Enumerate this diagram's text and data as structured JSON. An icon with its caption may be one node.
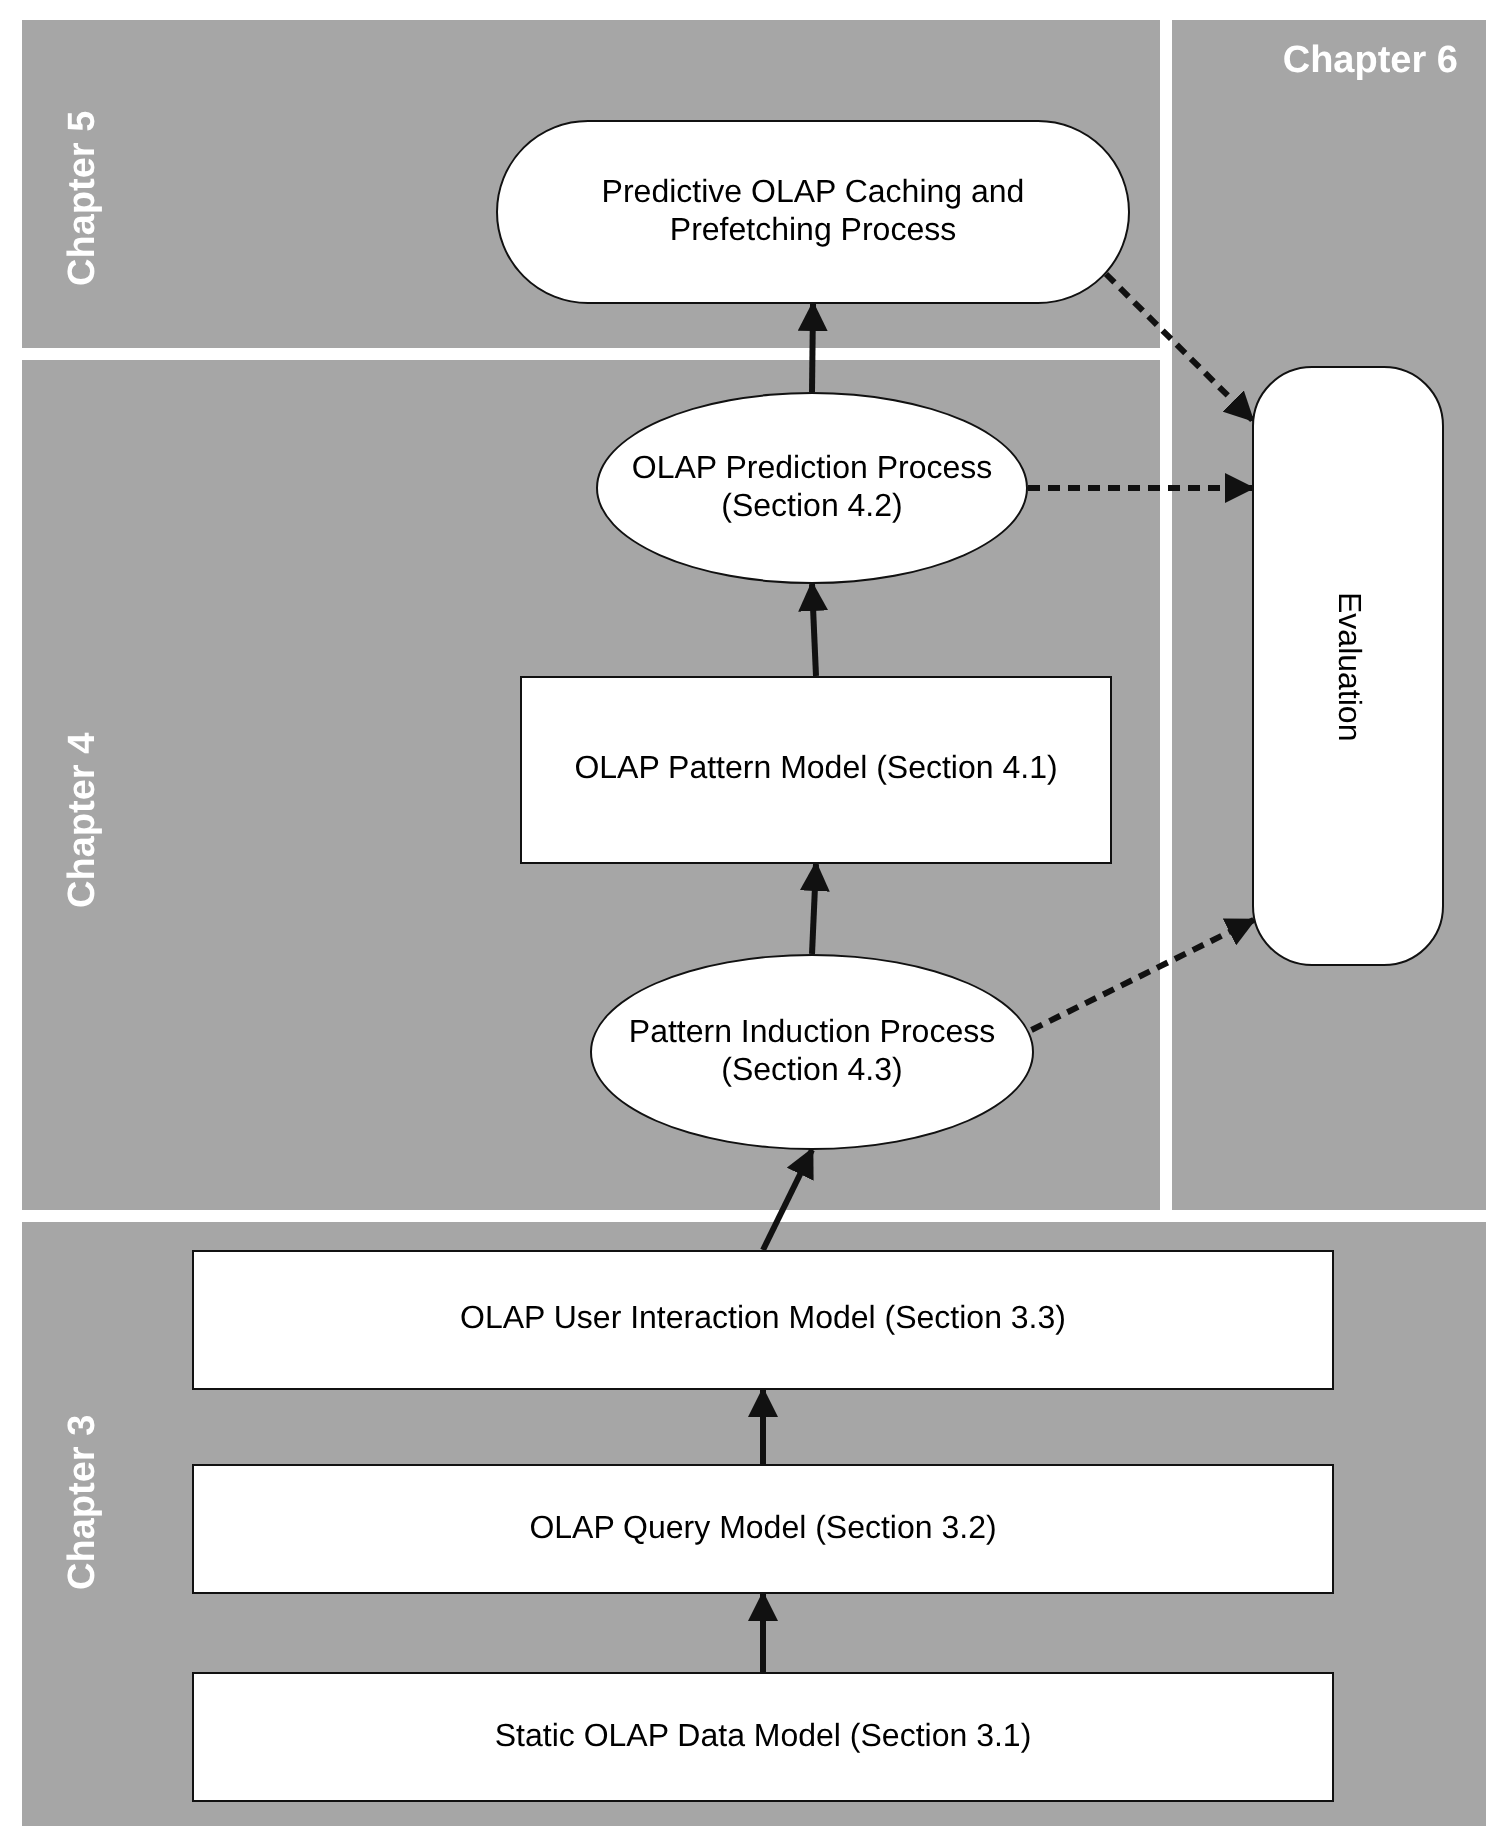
{
  "diagram": {
    "nodes": [
      {
        "text": [
          "Chapter 5"
        ]
      },
      {
        "text": [
          "Chapter 6"
        ]
      },
      {
        "text": [
          "Chapter 4"
        ]
      },
      {
        "text": [
          "Chapter 3"
        ]
      },
      {
        "text": [
          "Predictive OLAP Caching and Prefetching Process"
        ],
        "in": 0
      },
      {
        "text": [
          "Evaluation"
        ],
        "in": 1
      },
      {
        "text": [
          "OLAP Prediction Process (Section 4.2)"
        ],
        "in": 2
      },
      {
        "text": [
          "OLAP Pattern Model (Section 4.1)"
        ],
        "in": 2
      },
      {
        "text": [
          "Pattern Induction Process (Section 4.3)"
        ],
        "in": 2
      },
      {
        "text": [
          "OLAP User Interaction Model (Section 3.3)"
        ],
        "in": 3
      },
      {
        "text": [
          "OLAP Query Model (Section 3.2)"
        ],
        "in": 3
      },
      {
        "text": [
          "Static OLAP Data Model (Section 3.1)"
        ],
        "in": 3
      }
    ],
    "edges": [
      {
        "from": 11,
        "to": 10,
        "arrow": "to"
      },
      {
        "from": 10,
        "to": 9,
        "arrow": "to"
      },
      {
        "from": 9,
        "to": 8,
        "arrow": "to"
      },
      {
        "from": 8,
        "to": 7,
        "arrow": "to"
      },
      {
        "from": 7,
        "to": 6,
        "arrow": "to"
      },
      {
        "from": 6,
        "to": 4,
        "arrow": "to"
      },
      {
        "from": 4,
        "to": 5,
        "arrow": "to",
        "style": "dashed"
      },
      {
        "from": 6,
        "to": 5,
        "arrow": "to",
        "style": "dashed"
      },
      {
        "from": 8,
        "to": 5,
        "arrow": "to",
        "style": "dashed"
      }
    ]
  }
}
